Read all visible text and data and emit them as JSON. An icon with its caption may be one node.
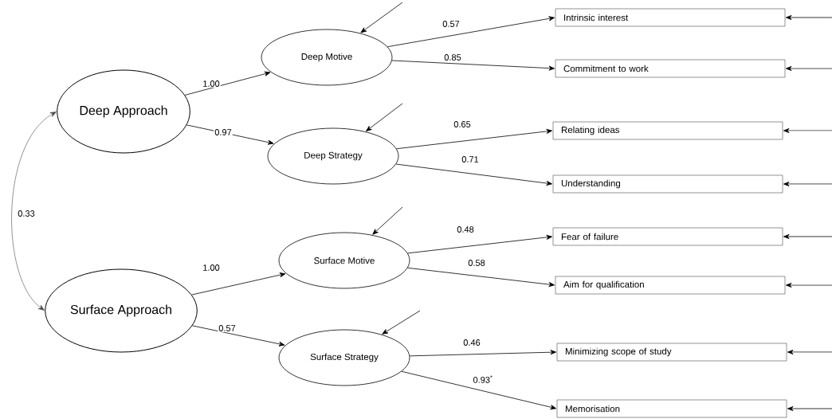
{
  "diagram": {
    "nodes": [
      {
        "text": [
          "Deep Approach"
        ]
      },
      {
        "text": [
          "Surface Approach"
        ]
      },
      {
        "text": [
          "Deep Motive"
        ]
      },
      {
        "text": [
          "Deep Strategy"
        ]
      },
      {
        "text": [
          "Surface Motive"
        ]
      },
      {
        "text": [
          "Surface Strategy"
        ]
      },
      {
        "text": [
          "Intrinsic interest"
        ]
      },
      {
        "text": [
          "Commitment to work"
        ]
      },
      {
        "text": [
          "Relating ideas"
        ]
      },
      {
        "text": [
          "Understanding"
        ]
      },
      {
        "text": [
          "Fear of failure"
        ]
      },
      {
        "text": [
          "Aim for qualification"
        ]
      },
      {
        "text": [
          "Minimizing scope of study"
        ]
      },
      {
        "text": [
          "Memorisation"
        ]
      }
    ],
    "edges": [
      {
        "from": 0,
        "to": 1,
        "arrow": "both",
        "label": "0.33"
      },
      {
        "from": 0,
        "to": 2,
        "arrow": "to",
        "label": "1.00"
      },
      {
        "from": 0,
        "to": 3,
        "arrow": "to",
        "label": "0.97"
      },
      {
        "from": 1,
        "to": 4,
        "arrow": "to",
        "label": "1.00"
      },
      {
        "from": 1,
        "to": 5,
        "arrow": "to",
        "label": "0.57"
      },
      {
        "from": 2,
        "to": 6,
        "arrow": "to",
        "label": "0.57"
      },
      {
        "from": 2,
        "to": 7,
        "arrow": "to",
        "label": "0.85"
      },
      {
        "from": 3,
        "to": 8,
        "arrow": "to",
        "label": "0.65"
      },
      {
        "from": 3,
        "to": 9,
        "arrow": "to",
        "label": "0.71"
      },
      {
        "from": 4,
        "to": 10,
        "arrow": "to",
        "label": "0.48"
      },
      {
        "from": 4,
        "to": 11,
        "arrow": "to",
        "label": "0.58"
      },
      {
        "from": 5,
        "to": 12,
        "arrow": "to",
        "label": "0.46"
      },
      {
        "from": 5,
        "to": 13,
        "arrow": "to",
        "label": "0.93$^{*}$"
      },
      {
        "from": null,
        "to": 2,
        "arrow": "to"
      },
      {
        "from": null,
        "to": 3,
        "arrow": "to"
      },
      {
        "from": null,
        "to": 4,
        "arrow": "to"
      },
      {
        "from": null,
        "to": 5,
        "arrow": "to"
      },
      {
        "from": null,
        "to": 6,
        "arrow": "to"
      },
      {
        "from": null,
        "to": 7,
        "arrow": "to"
      },
      {
        "from": null,
        "to": 8,
        "arrow": "to"
      },
      {
        "from": null,
        "to": 9,
        "arrow": "to"
      },
      {
        "from": null,
        "to": 10,
        "arrow": "to"
      },
      {
        "from": null,
        "to": 11,
        "arrow": "to"
      },
      {
        "from": null,
        "to": 12,
        "arrow": "to"
      },
      {
        "from": null,
        "to": 13,
        "arrow": "to"
      }
    ]
  }
}
